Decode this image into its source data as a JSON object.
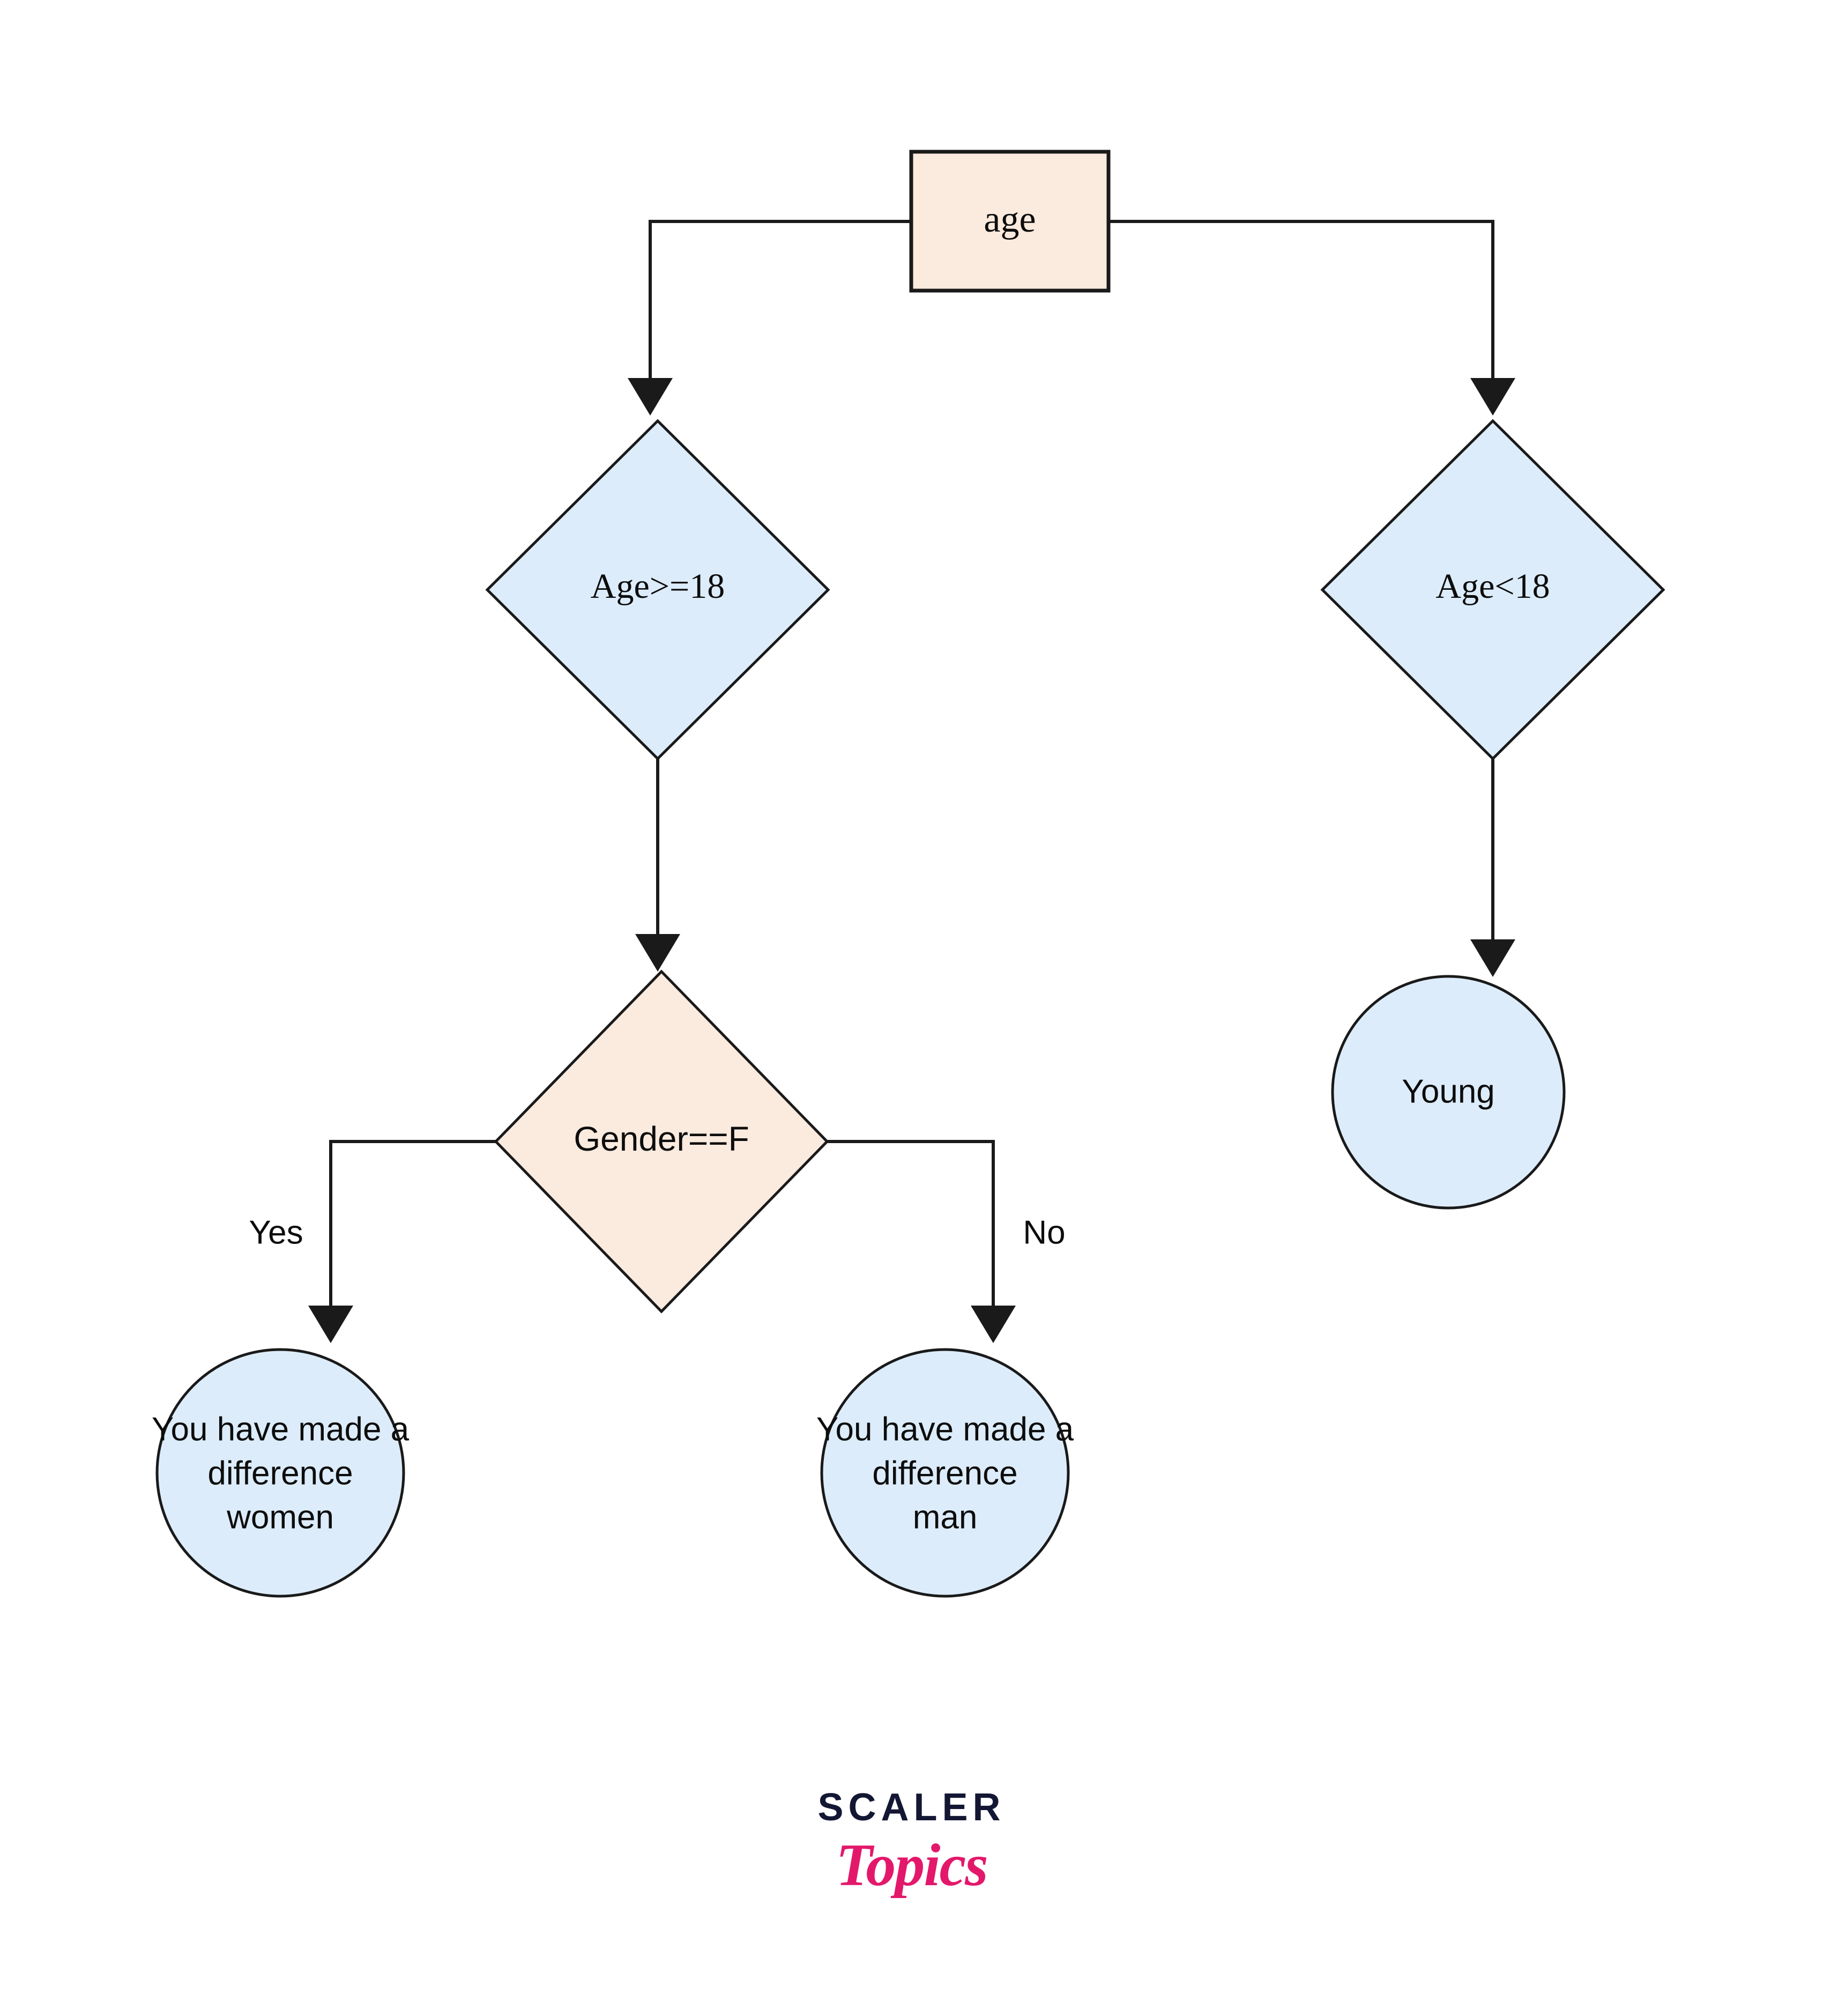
{
  "diagram": {
    "title": "age decision flowchart",
    "background": "#ffffff",
    "colors": {
      "decision_fill_blue": "#dcecfa",
      "process_fill_peach": "#fbeade",
      "stroke": "#1a1a1a",
      "text": "#0d0d0d",
      "brand_navy": "#131733",
      "brand_pink": "#e3186b"
    },
    "nodes": {
      "root": {
        "label": "age",
        "shape": "rectangle",
        "fill": "#fbeade"
      },
      "age_gte_18": {
        "label": "Age>=18",
        "shape": "diamond",
        "fill": "#dcecfa"
      },
      "age_lt_18": {
        "label": "Age<18",
        "shape": "diamond",
        "fill": "#dcecfa"
      },
      "gender_eq_f": {
        "label": "Gender==F",
        "shape": "diamond",
        "fill": "#fbeade"
      },
      "young": {
        "label": "Young",
        "shape": "circle",
        "fill": "#dcecfa"
      },
      "outcome_women": {
        "shape": "circle",
        "fill": "#dcecfa",
        "lines": [
          "You have made a",
          "difference",
          "women"
        ]
      },
      "outcome_man": {
        "shape": "circle",
        "fill": "#dcecfa",
        "lines": [
          "You have made a",
          "difference",
          "man"
        ]
      }
    },
    "edge_labels": {
      "yes": "Yes",
      "no": "No"
    }
  },
  "branding": {
    "wordmark": "SCALER",
    "script": "Topics"
  }
}
